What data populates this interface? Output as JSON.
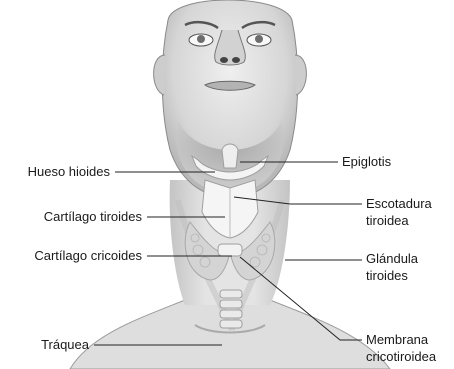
{
  "labels": {
    "hueso_hioides": "Hueso hioides",
    "cartilago_tiroides": "Cartílago tiroides",
    "cartilago_cricoides": "Cartílago cricoides",
    "traquea": "Tráquea",
    "epiglotis": "Epiglotis",
    "escotadura_line1": "Escotadura",
    "escotadura_line2": "tiroidea",
    "glandula_line1": "Glándula",
    "glandula_line2": "tiroides",
    "membrana_line1": "Membrana",
    "membrana_line2": "cricotiroidea"
  },
  "colors": {
    "skin_light": "#e6e6e6",
    "skin_mid": "#c9c9c9",
    "skin_dark": "#8a8a8a",
    "cartilage": "#f3f3f3",
    "gland": "#d8d8d8",
    "leader_line": "#222222"
  }
}
